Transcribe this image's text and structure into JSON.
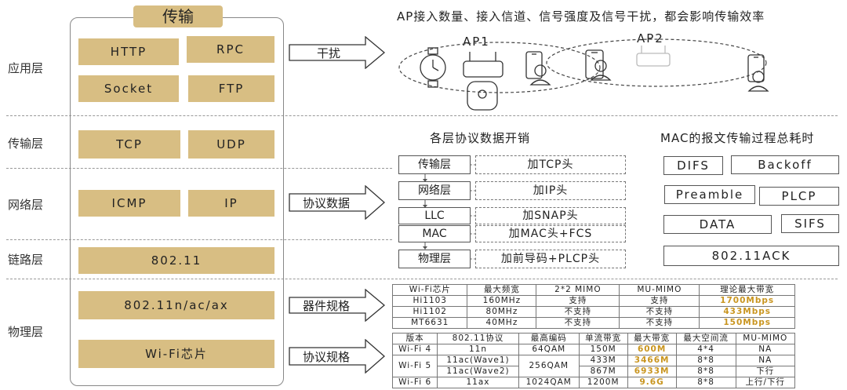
{
  "stack": {
    "title": "传输",
    "layers": [
      {
        "label": "应用层",
        "boxes": [
          "HTTP",
          "RPC",
          "Socket",
          "FTP"
        ]
      },
      {
        "label": "传输层",
        "boxes": [
          "TCP",
          "UDP"
        ]
      },
      {
        "label": "网络层",
        "boxes": [
          "ICMP",
          "IP"
        ]
      },
      {
        "label": "链路层",
        "boxes": [
          "802.11"
        ]
      },
      {
        "label": "物理层",
        "boxes": [
          "802.11n/ac/ax",
          "Wi-Fi芯片"
        ]
      }
    ]
  },
  "arrows": {
    "interference": "干扰",
    "protocol_data": "协议数据",
    "device_spec": "器件规格",
    "protocol_spec": "协议规格"
  },
  "ap_section": {
    "headline": "AP接入数量、接入信道、信号强度及信号干扰，都会影响传输效率",
    "ap1": "AP1",
    "ap2": "AP2"
  },
  "overhead": {
    "title": "各层协议数据开销",
    "rows": [
      {
        "layer": "传输层",
        "header": "加TCP头"
      },
      {
        "layer": "网络层",
        "header": "加IP头"
      },
      {
        "layer": "LLC",
        "header": "加SNAP头"
      },
      {
        "layer": "MAC",
        "header": "加MAC头+FCS"
      },
      {
        "layer": "物理层",
        "header": "加前导码+PLCP头"
      }
    ]
  },
  "mac_time": {
    "title": "MAC的报文传输过程总耗时",
    "items": [
      "DIFS",
      "Backoff",
      "Preamble",
      "PLCP",
      "DATA",
      "SIFS",
      "802.11ACK"
    ]
  },
  "chip_table": {
    "headers": [
      "Wi-Fi芯片",
      "最大频宽",
      "2*2 MIMO",
      "MU-MIMO",
      "理论最大带宽"
    ],
    "rows": [
      [
        "Hi1103",
        "160MHz",
        "支持",
        "支持",
        "1700Mbps"
      ],
      [
        "Hi1102",
        "80MHz",
        "不支持",
        "不支持",
        "433Mbps"
      ],
      [
        "MT6631",
        "40MHz",
        "不支持",
        "不支持",
        "150Mbps"
      ]
    ],
    "highlight_color": "#c9951f"
  },
  "protocol_table": {
    "headers": [
      "版本",
      "802.11协议",
      "最高编码",
      "单流带宽",
      "最大带宽",
      "最大空间流",
      "MU-MIMO"
    ],
    "wifi4": {
      "version": "Wi-Fi 4",
      "protocol": "11n",
      "coding": "64QAM",
      "single": "150M",
      "max": "600M",
      "streams": "4*4",
      "mu": "NA"
    },
    "wifi5": {
      "version": "Wi-Fi 5",
      "protocol1": "11ac(Wave1)",
      "protocol2": "11ac(Wave2)",
      "coding": "256QAM",
      "single1": "433M",
      "max1": "3466M",
      "streams1": "8*8",
      "mu1": "NA",
      "single2": "867M",
      "max2": "6933M",
      "streams2": "8*8",
      "mu2": "下行"
    },
    "wifi6": {
      "version": "Wi-Fi 6",
      "protocol": "11ax",
      "coding": "1024QAM",
      "single": "1200M",
      "max": "9.6G",
      "streams": "8*8",
      "mu": "上行/下行"
    }
  }
}
